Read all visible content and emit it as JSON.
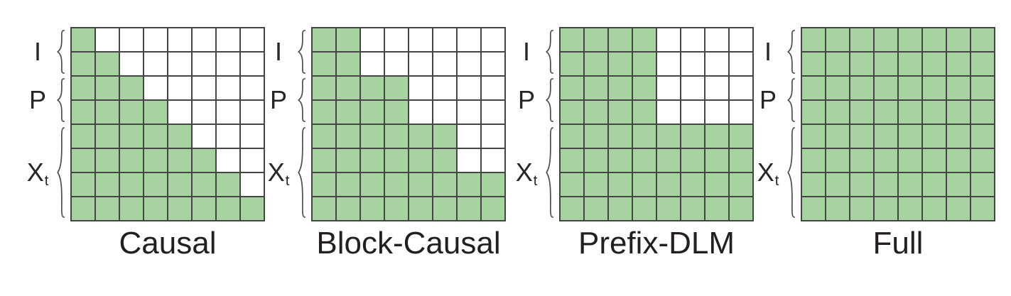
{
  "figure": {
    "type": "attention-mask-comparison",
    "grid_size": 8,
    "row_labels": [
      {
        "text": "I",
        "sub": "",
        "row_start": 0,
        "row_end": 2
      },
      {
        "text": "P",
        "sub": "",
        "row_start": 2,
        "row_end": 4
      },
      {
        "text": "X",
        "sub": "t",
        "row_start": 4,
        "row_end": 8
      }
    ],
    "panels": [
      {
        "title": "Causal",
        "mask": [
          "10000000",
          "11000000",
          "11100000",
          "11110000",
          "11111000",
          "11111100",
          "11111110",
          "11111111"
        ]
      },
      {
        "title": "Block-Causal",
        "mask": [
          "11000000",
          "11000000",
          "11110000",
          "11110000",
          "11111100",
          "11111100",
          "11111111",
          "11111111"
        ]
      },
      {
        "title": "Prefix-DLM",
        "mask": [
          "11110000",
          "11110000",
          "11110000",
          "11110000",
          "11111111",
          "11111111",
          "11111111",
          "11111111"
        ]
      },
      {
        "title": "Full",
        "mask": [
          "11111111",
          "11111111",
          "11111111",
          "11111111",
          "11111111",
          "11111111",
          "11111111",
          "11111111"
        ]
      }
    ],
    "colors": {
      "attended": "#a7d3a0",
      "masked": "#ffffff",
      "grid_line": "#454545",
      "label_text": "#262626",
      "title_text": "#231f20",
      "brace": "#4d4d4f"
    }
  }
}
